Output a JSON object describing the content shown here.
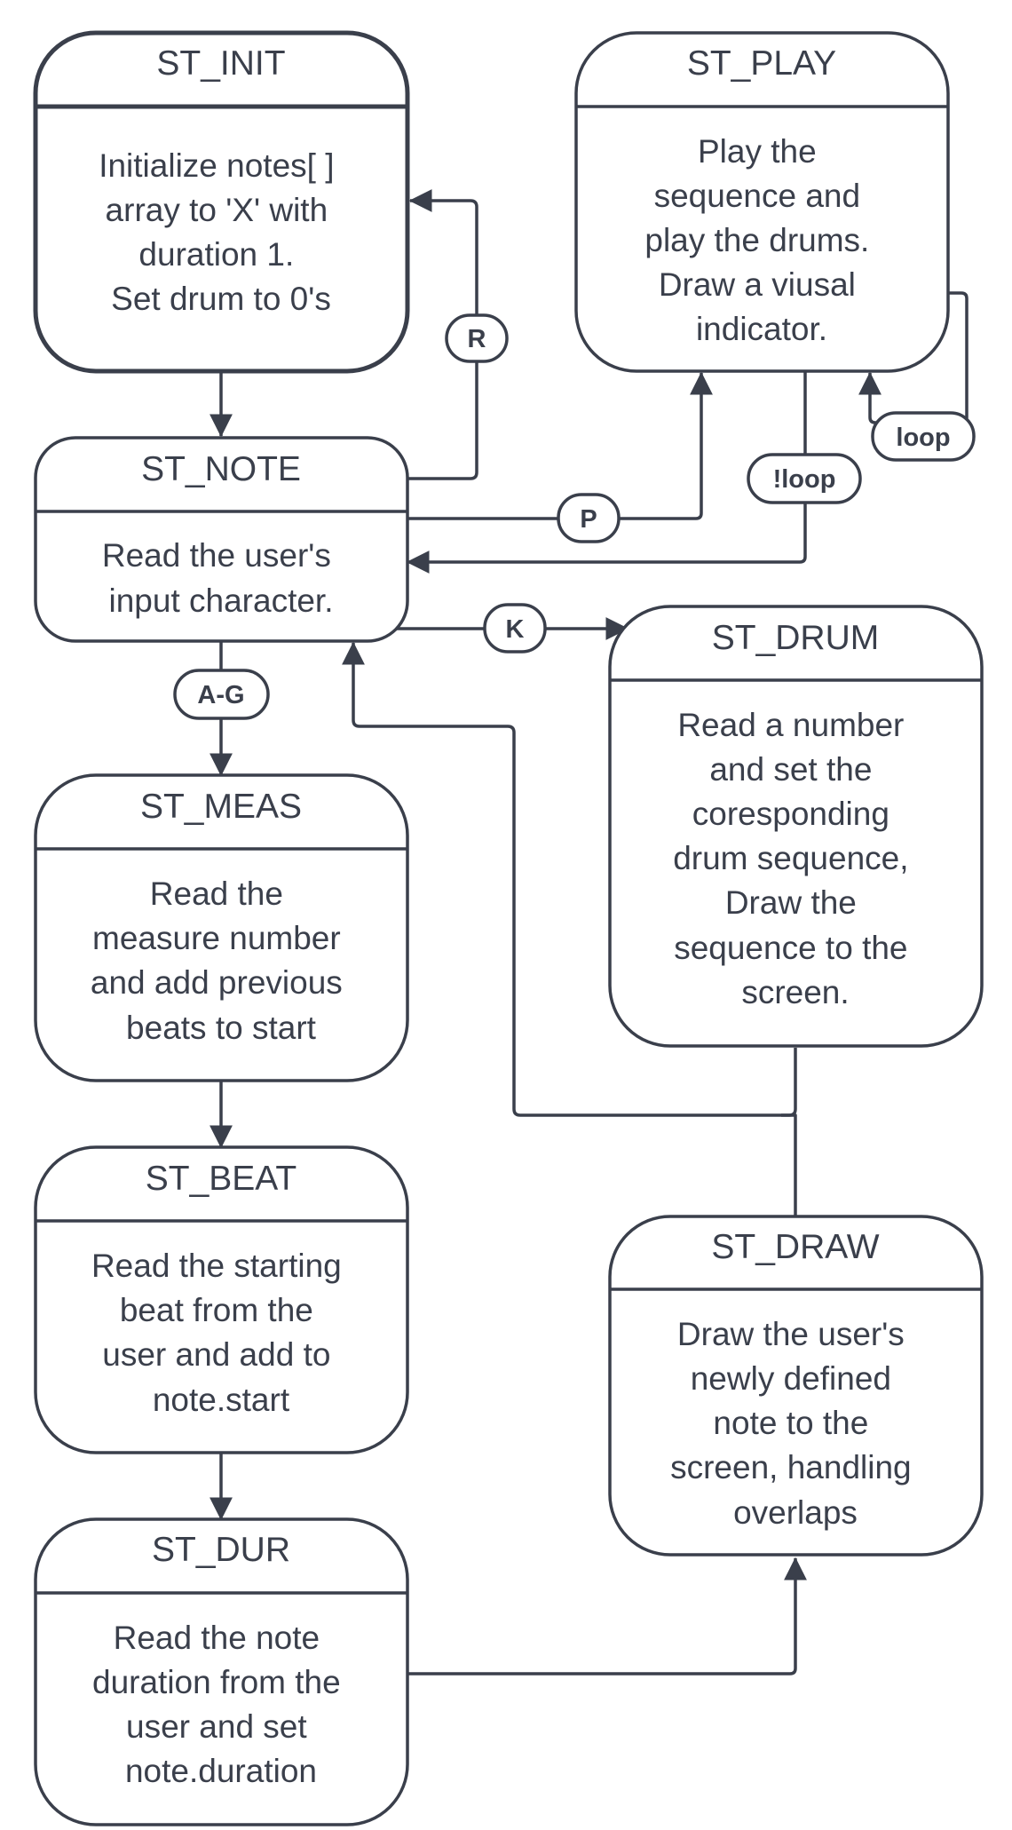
{
  "colors": {
    "stroke": "#3a3f4b",
    "fill": "#ffffff",
    "text": "#3a3f4b"
  },
  "states": {
    "init": {
      "title": "ST_INIT",
      "body": [
        "Initialize notes[ ]",
        "array to 'X' with",
        "duration 1.",
        "Set drum to 0's"
      ]
    },
    "play": {
      "title": "ST_PLAY",
      "body": [
        "Play the",
        "sequence and",
        "play the drums.",
        "Draw a viusal",
        "indicator."
      ]
    },
    "note": {
      "title": "ST_NOTE",
      "body": [
        "Read the user's",
        "input character."
      ]
    },
    "drum": {
      "title": "ST_DRUM",
      "body": [
        "Read a number",
        "and set the",
        "coresponding",
        "drum sequence,",
        "Draw the",
        "sequence to the",
        "screen."
      ]
    },
    "meas": {
      "title": "ST_MEAS",
      "body": [
        "Read the",
        "measure number",
        "and add previous",
        "beats to start"
      ]
    },
    "beat": {
      "title": "ST_BEAT",
      "body": [
        "Read the starting",
        "beat from the",
        "user and add to",
        "note.start"
      ]
    },
    "draw": {
      "title": "ST_DRAW",
      "body": [
        "Draw the user's",
        "newly defined",
        "note to the",
        "screen, handling",
        "overlaps"
      ]
    },
    "dur": {
      "title": "ST_DUR",
      "body": [
        "Read the note",
        "duration from the",
        "user and set",
        "note.duration"
      ]
    }
  },
  "edge_labels": {
    "r": "R",
    "p": "P",
    "not_loop": "!loop",
    "loop": "loop",
    "k": "K",
    "a_g": "A-G"
  }
}
